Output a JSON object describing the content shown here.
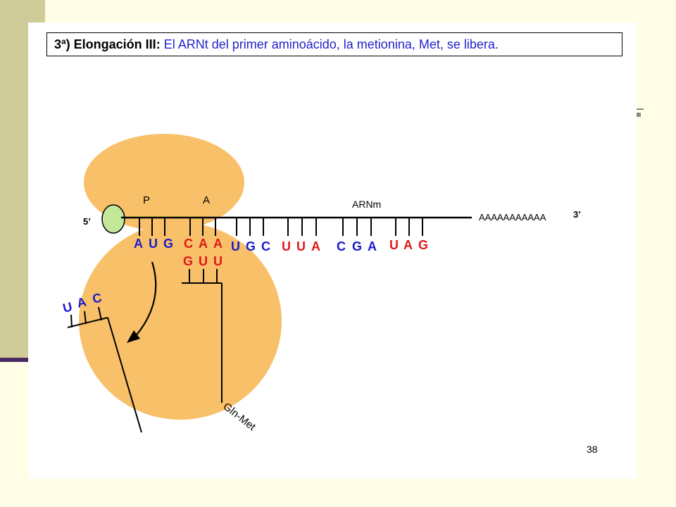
{
  "title": {
    "strong": "3ª) Elongación III",
    "colon": ":",
    "rest": " El ARNt del primer aminoácido, la metionina, Met, se libera."
  },
  "diagram": {
    "site_p": "P",
    "site_a": "A",
    "mrna_label": "ARNm",
    "five_prime": "5’",
    "three_prime": "3’",
    "poly_a": "AAAAAAAAAAA",
    "peptide": "Gln-Met",
    "mrna_codons": [
      {
        "bases": [
          "A",
          "U",
          "G"
        ],
        "color": "#1a1acc"
      },
      {
        "bases": [
          "C",
          "A",
          "A"
        ],
        "color": "#e01818"
      },
      {
        "bases": [
          "U",
          "G",
          "C"
        ],
        "color": "#1a1acc"
      },
      {
        "bases": [
          "U",
          "U",
          "A"
        ],
        "color": "#e01818"
      },
      {
        "bases": [
          "C",
          "G",
          "A"
        ],
        "color": "#1a1acc"
      },
      {
        "bases": [
          "U",
          "A",
          "G"
        ],
        "color": "#e01818"
      }
    ],
    "trna_gln_anticodon": {
      "bases": [
        "G",
        "U",
        "U"
      ],
      "color": "#e01818"
    },
    "trna_met_anticodon": {
      "bases": [
        "U",
        "A",
        "C"
      ],
      "color": "#1a1acc"
    }
  },
  "colors": {
    "ribosome": "#f8c068",
    "cap": "#c4e89a",
    "blue": "#1a1acc",
    "red": "#e01818"
  },
  "page_number": "38"
}
